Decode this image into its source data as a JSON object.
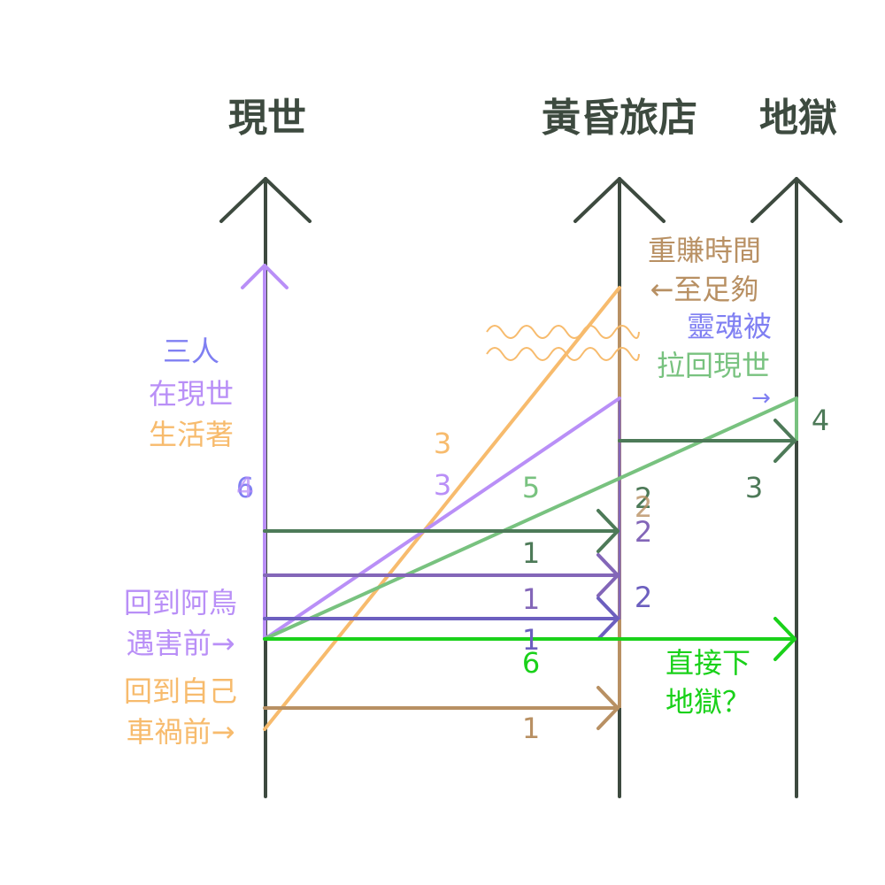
{
  "colors": {
    "axis": "#3d4a3f",
    "purple": "#b98ff7",
    "orange": "#f7bb6d",
    "brown": "#b89063",
    "dark_green": "#4d7a58",
    "dark_purple": "#8366b8",
    "blue": "#6c5fbf",
    "light_green": "#78c27f",
    "bright_green": "#1ad11a",
    "periwinkle": "#7f7ff2"
  },
  "columns": {
    "world": "現世",
    "hotel": "黃昏旅店",
    "hell": "地獄"
  },
  "left_labels": {
    "three_people": "三人",
    "living_line1": "在現世",
    "living_line2": "生活著",
    "back_bird_line1": "回到阿鳥",
    "back_bird_line2": "遇害前→",
    "back_self_line1": "回到自己",
    "back_self_line2": "車禍前→"
  },
  "right_labels": {
    "earn_time": "重賺時間",
    "enough": "←至足夠",
    "soul_line1": "靈魂被",
    "soul_line2": "拉回現世",
    "soul_arrow": "→",
    "direct_line1": "直接下",
    "direct_line2": "地獄？"
  },
  "numbers": {
    "n_six_left": "6",
    "n_four_left": "4",
    "n_three_orange": "3",
    "n_three_purple": "3",
    "n_five": "5",
    "n_one_green": "1",
    "n_one_purple": "1",
    "n_one_blue": "1",
    "n_six_center": "6",
    "n_one_brown": "1",
    "n_two_green": "2",
    "n_two_orange": "2",
    "n_two_purple": "2",
    "n_two_blue": "2",
    "n_three_right": "3",
    "n_four_right": "4"
  }
}
